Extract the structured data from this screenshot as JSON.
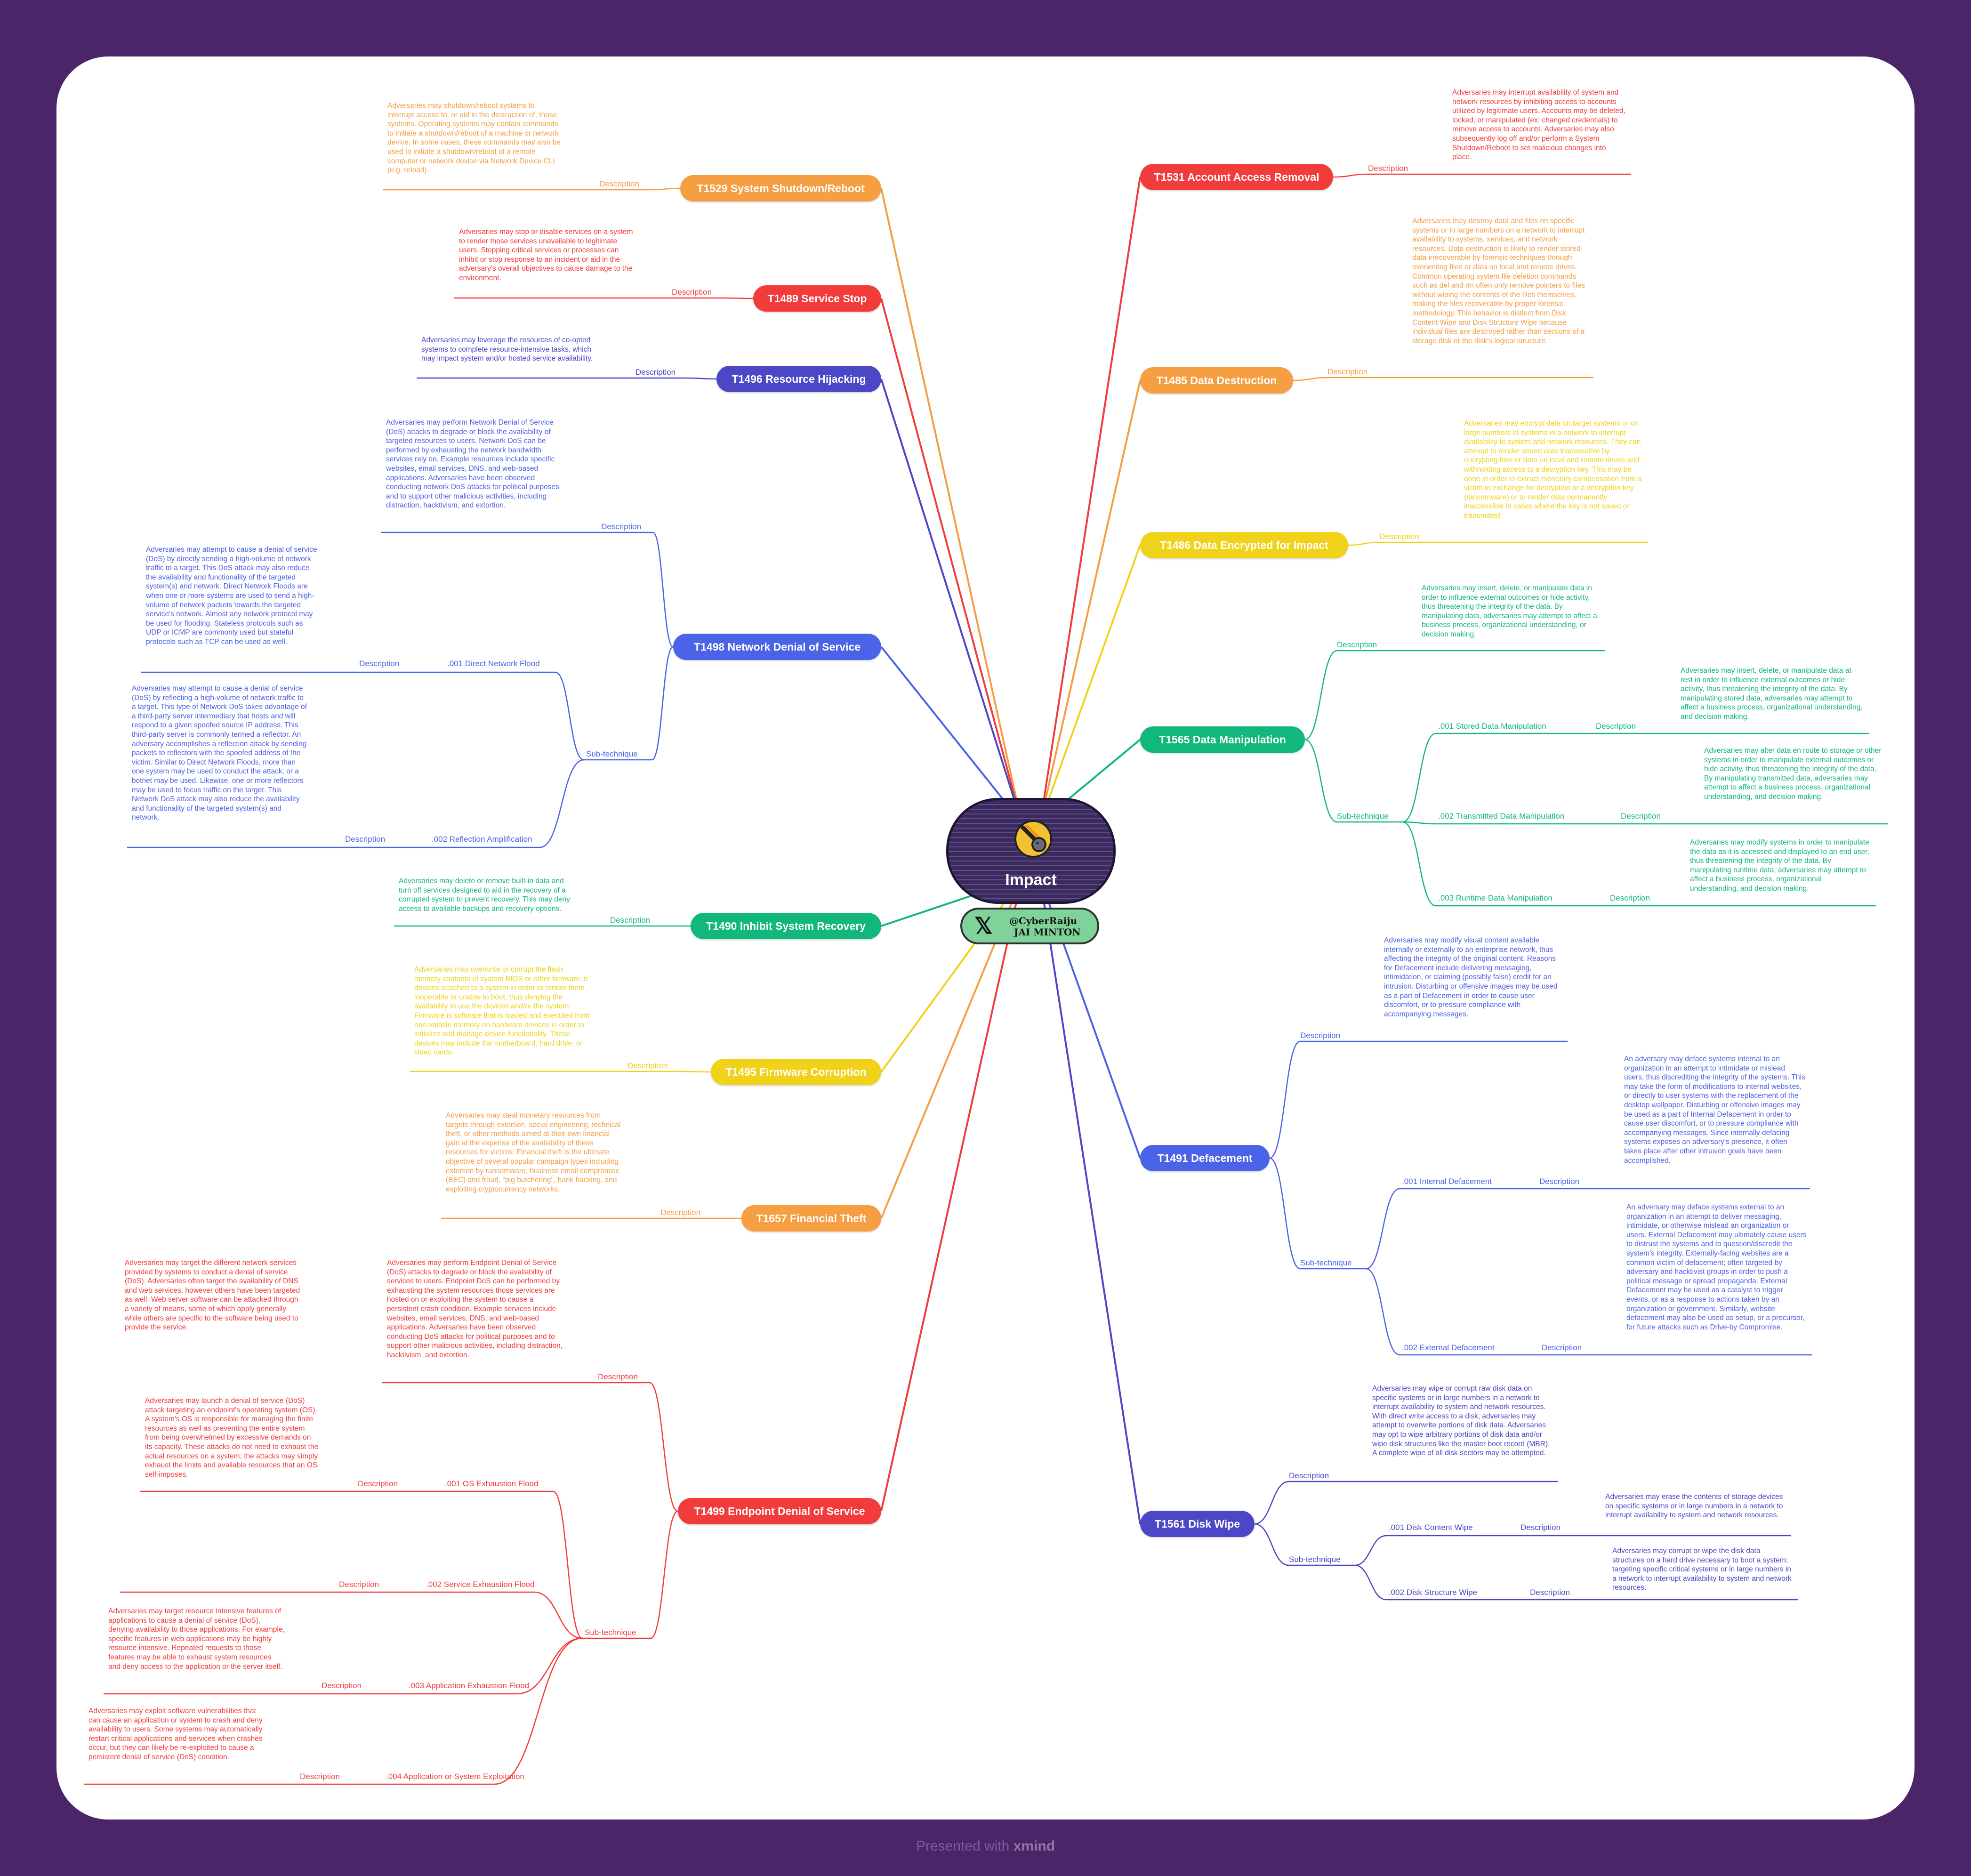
{
  "central": {
    "title": "Impact",
    "icon": "comet-icon"
  },
  "author": {
    "handle": "@CyberRaiju",
    "name": "JAI MINTON",
    "icon": "x-logo-icon"
  },
  "footer": {
    "prefix": "Presented with",
    "brand": "xmind"
  },
  "colors": {
    "red": "#f23c3c",
    "orange": "#f59e42",
    "blue": "#4b63e6",
    "indigo": "#4b47c7",
    "yellow": "#f1d21a",
    "green": "#12b77b",
    "background": "#4a2568"
  },
  "topics": [
    {
      "id": "t1529",
      "title": "T1529 System Shutdown/Reboot",
      "desc_label": "Description",
      "description": "Adversaries may shutdown/reboot systems to interrupt access to, or aid in the destruction of, those systems. Operating systems may contain commands to initiate a shutdown/reboot of a machine or network device. In some cases, these commands may also be used to initiate a shutdown/reboot of a remote computer or network device via Network Device CLI (e.g. reload)."
    },
    {
      "id": "t1489",
      "title": "T1489 Service Stop",
      "desc_label": "Description",
      "description": "Adversaries may stop or disable services on a system to render those services unavailable to legitimate users. Stopping critical services or processes can inhibit or stop response to an incident or aid in the adversary's overall objectives to cause damage to the environment."
    },
    {
      "id": "t1496",
      "title": "T1496 Resource Hijacking",
      "desc_label": "Description",
      "description": "Adversaries may leverage the resources of co-opted systems to complete resource-intensive tasks, which may impact system and/or hosted service availability."
    },
    {
      "id": "t1498",
      "title": "T1498 Network Denial of Service",
      "desc_label": "Description",
      "description": "Adversaries may perform Network Denial of Service (DoS) attacks to degrade or block the availability of targeted resources to users. Network DoS can be performed by exhausting the network bandwidth services rely on. Example resources include specific websites, email services, DNS, and web-based applications. Adversaries have been observed conducting network DoS attacks for political purposes and to support other malicious activities, including distraction, hacktivism, and extortion.",
      "sub_label": "Sub-technique",
      "subs": [
        {
          "id": "s1",
          "title": ".001 Direct Network Flood",
          "desc_label": "Description",
          "description": "Adversaries may attempt to cause a denial of service (DoS) by directly sending a high-volume of network traffic to a target. This DoS attack may also reduce the availability and functionality of the targeted system(s) and network. Direct Network Floods are when one or more systems are used to send a high-volume of network packets towards the targeted service's network. Almost any network protocol may be used for flooding. Stateless protocols such as UDP or ICMP are commonly used but stateful protocols such as TCP can be used as well."
        },
        {
          "id": "s2",
          "title": ".002 Reflection Amplification",
          "desc_label": "Description",
          "description": "Adversaries may attempt to cause a denial of service (DoS) by reflecting a high-volume of network traffic to a target. This type of Network DoS takes advantage of a third-party server intermediary that hosts and will respond to a given spoofed source IP address. This third-party server is commonly termed a reflector. An adversary accomplishes a reflection attack by sending packets to reflectors with the spoofed address of the victim. Similar to Direct Network Floods, more than one system may be used to conduct the attack, or a botnet may be used. Likewise, one or more reflectors may be used to focus traffic on the target. This Network DoS attack may also reduce the availability and functionality of the targeted system(s) and network."
        }
      ]
    },
    {
      "id": "t1490",
      "title": "T1490 Inhibit System Recovery",
      "desc_label": "Description",
      "description": "Adversaries may delete or remove built-in data and turn off services designed to aid in the recovery of a corrupted system to prevent recovery. This may deny access to available backups and recovery options."
    },
    {
      "id": "t1495",
      "title": "T1495 Firmware Corruption",
      "desc_label": "Description",
      "description": "Adversaries may overwrite or corrupt the flash memory contents of system BIOS or other firmware in devices attached to a system in order to render them inoperable or unable to boot, thus denying the availability to use the devices and/or the system. Firmware is software that is loaded and executed from non-volatile memory on hardware devices in order to initialize and manage device functionality. These devices may include the motherboard, hard drive, or video cards."
    },
    {
      "id": "t1657",
      "title": "T1657 Financial Theft",
      "desc_label": "Description",
      "description": "Adversaries may steal monetary resources from targets through extortion, social engineering, technical theft, or other methods aimed at their own financial gain at the expense of the availability of these resources for victims. Financial theft is the ultimate objective of several popular campaign types including extortion by ransomware, business email compromise (BEC) and fraud, \"pig butchering\", bank hacking, and exploiting cryptocurrency networks."
    },
    {
      "id": "t1499",
      "title": "T1499 Endpoint Denial of Service",
      "desc_label": "Description",
      "description": "Adversaries may perform Endpoint Denial of Service (DoS) attacks to degrade or block the availability of services to users. Endpoint DoS can be performed by exhausting the system resources those services are hosted on or exploiting the system to cause a persistent crash condition. Example services include websites, email services, DNS, and web-based applications. Adversaries have been observed conducting DoS attacks for political purposes and to support other malicious activities, including distraction, hacktivism, and extortion.",
      "sub_label": "Sub-technique",
      "subs": [
        {
          "id": "s1",
          "title": ".001 OS Exhaustion Flood",
          "desc_label": "Description",
          "description": "Adversaries may launch a denial of service (DoS) attack targeting an endpoint's operating system (OS). A system's OS is responsible for managing the finite resources as well as preventing the entire system from being overwhelmed by excessive demands on its capacity. These attacks do not need to exhaust the actual resources on a system; the attacks may simply exhaust the limits and available resources that an OS self-imposes."
        },
        {
          "id": "s2",
          "title": ".002 Service Exhaustion Flood",
          "desc_label": "Description",
          "description": "Adversaries may target the different network services provided by systems to conduct a denial of service (DoS). Adversaries often target the availability of DNS and web services, however others have been targeted as well. Web server software can be attacked through a variety of means, some of which apply generally while others are specific to the software being used to provide the service."
        },
        {
          "id": "s3",
          "title": ".003 Application Exhaustion Flood",
          "desc_label": "Description",
          "description": "Adversaries may target resource intensive features of applications to cause a denial of service (DoS), denying availability to those applications. For example, specific features in web applications may be highly resource intensive. Repeated requests to those features may be able to exhaust system resources and deny access to the application or the server itself."
        },
        {
          "id": "s4",
          "title": ".004 Application or System Exploitation",
          "desc_label": "Description",
          "description": "Adversaries may exploit software vulnerabilities that can cause an application or system to crash and deny availability to users.  Some systems may automatically restart critical applications and services when crashes occur, but they can likely be re-exploited to cause a persistent denial of service (DoS) condition."
        }
      ]
    },
    {
      "id": "t1531",
      "title": "T1531 Account Access Removal",
      "desc_label": "Description",
      "description": "Adversaries may interrupt availability of system and network resources by inhibiting access to accounts utilized by legitimate users. Accounts may be deleted, locked, or manipulated (ex: changed credentials) to remove access to accounts. Adversaries may also subsequently log off and/or perform a System Shutdown/Reboot to set malicious changes into place."
    },
    {
      "id": "t1485",
      "title": "T1485 Data Destruction",
      "desc_label": "Description",
      "description": "Adversaries may destroy data and files on specific systems or in large numbers on a network to interrupt availability to systems, services, and network resources. Data destruction is likely to render stored data irrecoverable by forensic techniques through overwriting files or data on local and remote drives. Common operating system file deletion commands such as del and rm often only remove pointers to files without wiping the contents of the files themselves, making the files recoverable by proper forensic methodology. This behavior is distinct from Disk Content Wipe and Disk Structure Wipe because individual files are destroyed rather than sections of a storage disk or the disk's logical structure."
    },
    {
      "id": "t1486",
      "title": "T1486 Data Encrypted for Impact",
      "desc_label": "Description",
      "description": "Adversaries may encrypt data on target systems or on large numbers of systems in a network to interrupt availability to system and network resources. They can attempt to render stored data inaccessible by encrypting files or data on local and remote drives and withholding access to a decryption key. This may be done in order to extract monetary compensation from a victim in exchange for decryption or a decryption key (ransomware) or to render data permanently inaccessible in cases where the key is not saved or transmitted."
    },
    {
      "id": "t1565",
      "title": "T1565 Data Manipulation",
      "desc_label": "Description",
      "description": "Adversaries may insert, delete, or manipulate data in order to influence external outcomes or hide activity, thus threatening the integrity of the data. By manipulating data, adversaries may attempt to affect a business process, organizational understanding, or decision making.",
      "sub_label": "Sub-technique",
      "subs": [
        {
          "id": "s1",
          "title": ".001 Stored Data Manipulation",
          "desc_label": "Description",
          "description": "Adversaries may insert, delete, or manipulate data at rest in order to influence external outcomes or hide activity, thus threatening the integrity of the data. By manipulating stored data, adversaries may attempt to affect a business process, organizational understanding, and decision making."
        },
        {
          "id": "s2",
          "title": ".002 Transmitted Data Manipulation",
          "desc_label": "Description",
          "description": "Adversaries may alter data en route to storage or other systems in order to manipulate external outcomes or hide activity, thus threatening the integrity of the data. By manipulating transmitted data, adversaries may attempt to affect a business process, organizational understanding, and decision making."
        },
        {
          "id": "s3",
          "title": ".003 Runtime Data Manipulation",
          "desc_label": "Description",
          "description": "Adversaries may modify systems in order to manipulate the data as it is accessed and displayed to an end user, thus threatening the integrity of the data. By manipulating runtime data, adversaries may attempt to affect a business process, organizational understanding, and decision making."
        }
      ]
    },
    {
      "id": "t1491",
      "title": "T1491 Defacement",
      "desc_label": "Description",
      "description": "Adversaries may modify visual content available internally or externally to an enterprise network, thus affecting the integrity of the original content. Reasons for Defacement include delivering messaging, intimidation, or claiming (possibly false) credit for an intrusion. Disturbing or offensive images may be used as a part of Defacement in order to cause user discomfort, or to pressure compliance with accompanying messages.",
      "sub_label": "Sub-technique",
      "subs": [
        {
          "id": "s1",
          "title": ".001 Internal Defacement",
          "desc_label": "Description",
          "description": "An adversary may deface systems internal to an organization in an attempt to intimidate or mislead users, thus discrediting the integrity of the systems. This may take the form of modifications to internal websites, or directly to user systems with the replacement of the desktop wallpaper. Disturbing or offensive images may be used as a part of Internal Defacement in order to cause user discomfort, or to pressure compliance with accompanying messages. Since internally defacing systems exposes an adversary's presence, it often takes place after other intrusion goals have been accomplished."
        },
        {
          "id": "s2",
          "title": ".002 External Defacement",
          "desc_label": "Description",
          "description": "An adversary may deface systems external to an organization in an attempt to deliver messaging, intimidate, or otherwise mislead an organization or users. External Defacement may ultimately cause users to distrust the systems and to question/discredit the system's integrity. Externally-facing websites are a common victim of defacement; often targeted by adversary and hacktivist groups in order to push a political message or spread propaganda. External Defacement may be used as a catalyst to trigger events, or as a response to actions taken by an organization or government. Similarly, website defacement may also be used as setup, or a precursor, for future attacks such as Drive-by Compromise."
        }
      ]
    },
    {
      "id": "t1561",
      "title": "T1561 Disk Wipe",
      "desc_label": "Description",
      "description": "Adversaries may wipe or corrupt raw disk data on specific systems or in large numbers in a network to interrupt availability to system and network resources. With direct write access to a disk, adversaries may attempt to overwrite portions of disk data. Adversaries may opt to wipe arbitrary portions of disk data and/or wipe disk structures like the master boot record (MBR). A complete wipe of all disk sectors may be attempted.",
      "sub_label": "Sub-technique",
      "subs": [
        {
          "id": "s1",
          "title": ".001 Disk Content Wipe",
          "desc_label": "Description",
          "description": "Adversaries may erase the contents of storage devices on specific systems or in large numbers in a network to interrupt availability to system and network resources."
        },
        {
          "id": "s2",
          "title": ".002 Disk Structure Wipe",
          "desc_label": "Description",
          "description": "Adversaries may corrupt or wipe the disk data structures on a hard drive necessary to boot a system; targeting specific critical systems or in large numbers in a network to interrupt availability to system and network resources."
        }
      ]
    }
  ]
}
